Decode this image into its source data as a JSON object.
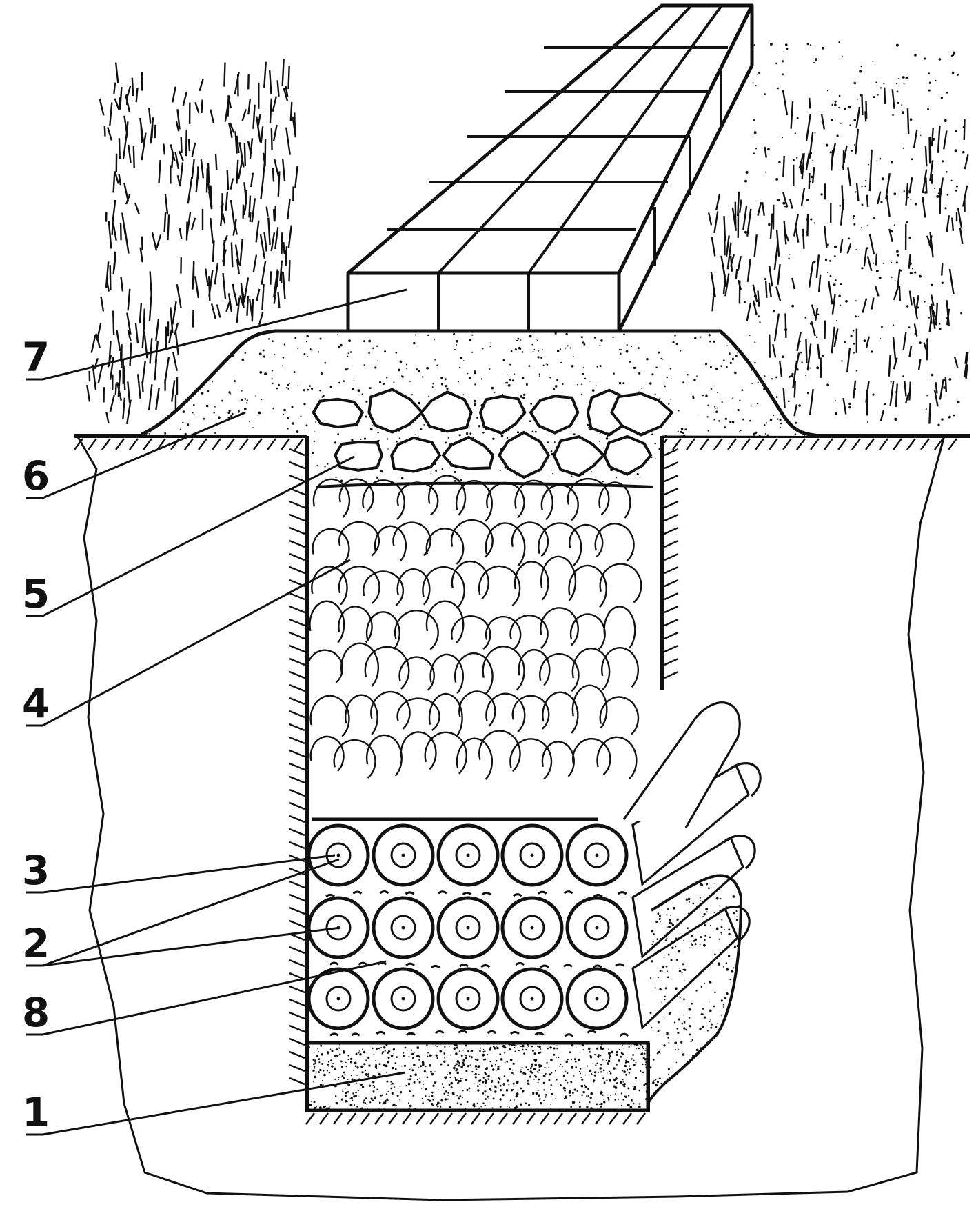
{
  "diagram": {
    "callouts": [
      {
        "id": "7",
        "text": "7"
      },
      {
        "id": "6",
        "text": "6"
      },
      {
        "id": "5",
        "text": "5"
      },
      {
        "id": "4",
        "text": "4"
      },
      {
        "id": "3",
        "text": "3"
      },
      {
        "id": "2",
        "text": "2"
      },
      {
        "id": "8",
        "text": "8"
      },
      {
        "id": "1",
        "text": "1"
      }
    ],
    "ink_color": "#111111",
    "paper_color": "#ffffff"
  }
}
